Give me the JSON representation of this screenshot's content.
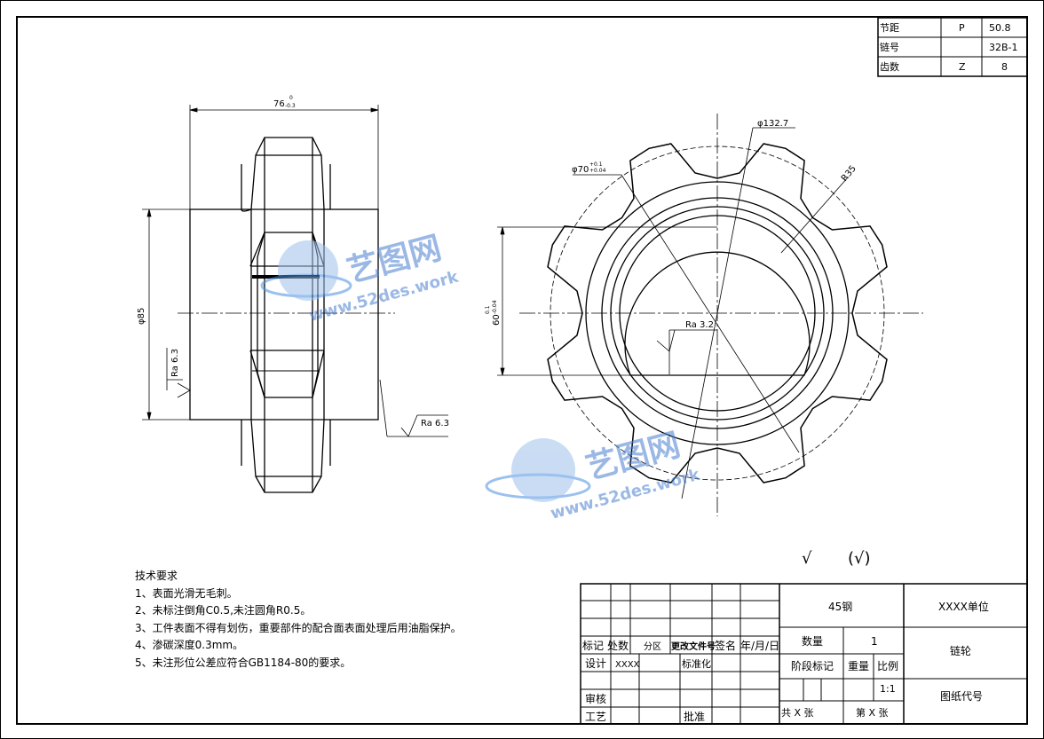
{
  "param_table": {
    "rows": [
      {
        "label": "节距",
        "symbol": "P",
        "value": "50.8"
      },
      {
        "label": "链号",
        "symbol": "",
        "value": "32B-1"
      },
      {
        "label": "齿数",
        "symbol": "Z",
        "value": "8"
      }
    ]
  },
  "dimensions": {
    "width": "76",
    "width_tol_upper": "0",
    "width_tol_lower": "-0.3",
    "hub_dia": "φ85",
    "ra_left": "Ra 6.3",
    "ra_right": "Ra 6.3",
    "ra_bore": "Ra 3.2",
    "outer_dia": "φ132.7",
    "bore_dia": "φ70",
    "bore_tol_upper": "+0.1",
    "bore_tol_lower": "+0.04",
    "radius": "R35",
    "key_height": "60",
    "key_tol_upper": "0.1",
    "key_tol_lower": "-0.04"
  },
  "surface_finish": {
    "symbol": "√",
    "bracket": "(√)"
  },
  "watermark": {
    "brand": "艺图网",
    "url": "www.52des.work"
  },
  "notes": {
    "title": "技术要求",
    "items": [
      "1、表面光滑无毛刺。",
      "2、未标注倒角C0.5,未注圆角R0.5。",
      "3、工件表面不得有划伤，重要部件的配合面表面处理后用油脂保护。",
      "4、渗碳深度0.3mm。",
      "5、未注形位公差应符合GB1184-80的要求。"
    ]
  },
  "title_block": {
    "material": "45钢",
    "company": "XXXX单位",
    "part_name": "链轮",
    "drawing_no": "图纸代号",
    "quantity_label": "数量",
    "quantity": "1",
    "stage_label": "阶段标记",
    "weight_label": "重量",
    "scale_label": "比例",
    "scale": "1:1",
    "total_sheets": "共 X 张",
    "sheet_no": "第 X 张",
    "hdr_mark": "标记",
    "hdr_count": "处数",
    "hdr_zone": "分区",
    "hdr_change": "更改文件号",
    "hdr_sign": "签名",
    "hdr_date": "年/月/日",
    "design_label": "设计",
    "designer": "XXXX",
    "standard_label": "标准化",
    "review_label": "审核",
    "process_label": "工艺",
    "approve_label": "批准"
  }
}
